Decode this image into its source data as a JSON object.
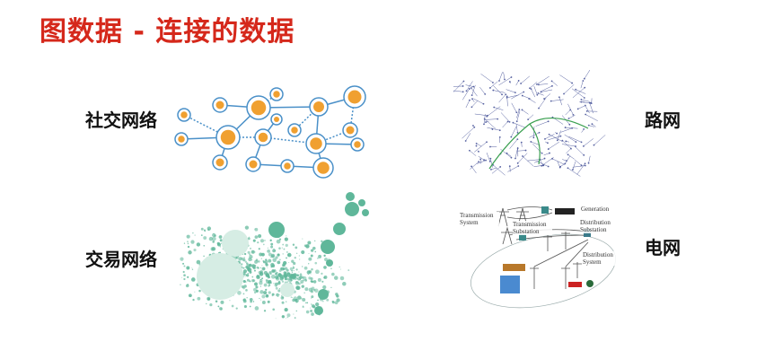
{
  "slide": {
    "title": "图数据 - 连接的数据",
    "items": [
      {
        "label": "社交网络",
        "image": "social-network-graph"
      },
      {
        "label": "交易网络",
        "image": "transaction-network-graph"
      },
      {
        "label": "路网",
        "image": "road-network-map"
      },
      {
        "label": "电网",
        "image": "power-grid-diagram"
      }
    ],
    "power_grid_labels": {
      "generation": "Generation",
      "transmission_system": "Transmission System",
      "transmission_substation": "Transmission Substation",
      "distribution_substation": "Distribution Substation",
      "distribution_system": "Distribution System"
    },
    "colors": {
      "title": "#d5281b",
      "social_ring": "#4a90c8",
      "person": "#f0a030",
      "transaction": "#5fb79a",
      "road": "#5560a0",
      "road_highlight": "#3aa050"
    }
  }
}
